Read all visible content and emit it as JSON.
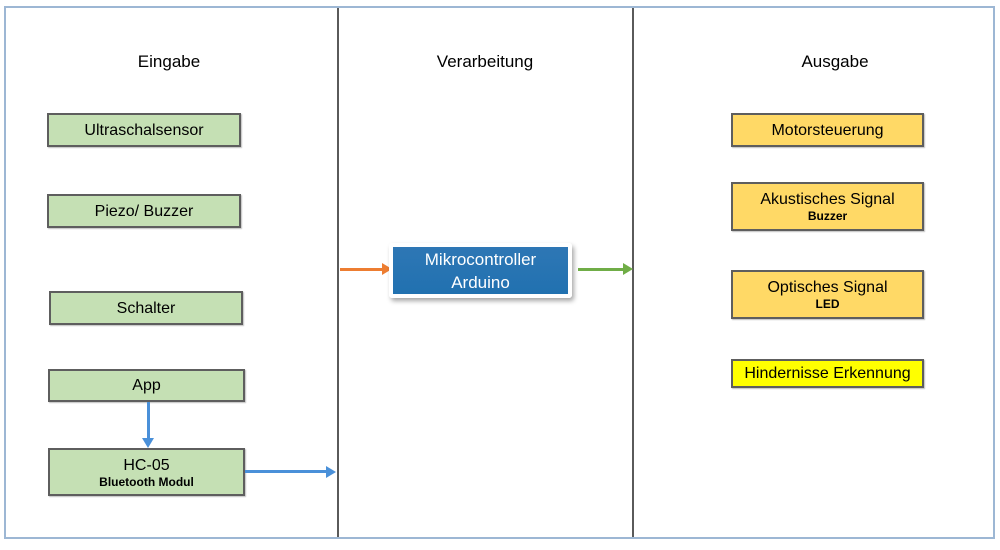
{
  "diagram": {
    "columns": [
      {
        "id": "eingabe",
        "title": "Eingabe"
      },
      {
        "id": "verarbeitung",
        "title": "Verarbeitung"
      },
      {
        "id": "ausgabe",
        "title": "Ausgabe"
      }
    ],
    "input_nodes": [
      {
        "label": "Ultraschalsensor",
        "sub": ""
      },
      {
        "label": "Piezo/ Buzzer",
        "sub": ""
      },
      {
        "label": "Schalter",
        "sub": ""
      },
      {
        "label": "App",
        "sub": ""
      },
      {
        "label": "HC-05",
        "sub": "Bluetooth Modul"
      }
    ],
    "processing_node": {
      "line1": "Mikrocontroller",
      "line2": "Arduino"
    },
    "output_nodes": [
      {
        "label": "Motorsteuerung",
        "sub": ""
      },
      {
        "label": "Akustisches Signal",
        "sub": "Buzzer"
      },
      {
        "label": "Optisches Signal",
        "sub": "LED"
      },
      {
        "label": "Hindernisse Erkennung",
        "sub": ""
      }
    ],
    "connectors": [
      {
        "name": "app-to-hc05",
        "color": "#4A90D9",
        "direction": "down"
      },
      {
        "name": "hc05-to-divider",
        "color": "#4A90D9",
        "direction": "right"
      },
      {
        "name": "input-to-controller",
        "color": "#ED7D31",
        "direction": "right"
      },
      {
        "name": "controller-to-output",
        "color": "#70AD47",
        "direction": "right"
      }
    ],
    "colors": {
      "input_fill": "#C5E0B4",
      "output_fill": "#FFD966",
      "highlight_fill": "#FFFF00",
      "processing_fill": "#2E77B5",
      "node_border": "#5E5E5E",
      "divider": "#5A5A5A",
      "frame": "#9DB7D4"
    }
  }
}
